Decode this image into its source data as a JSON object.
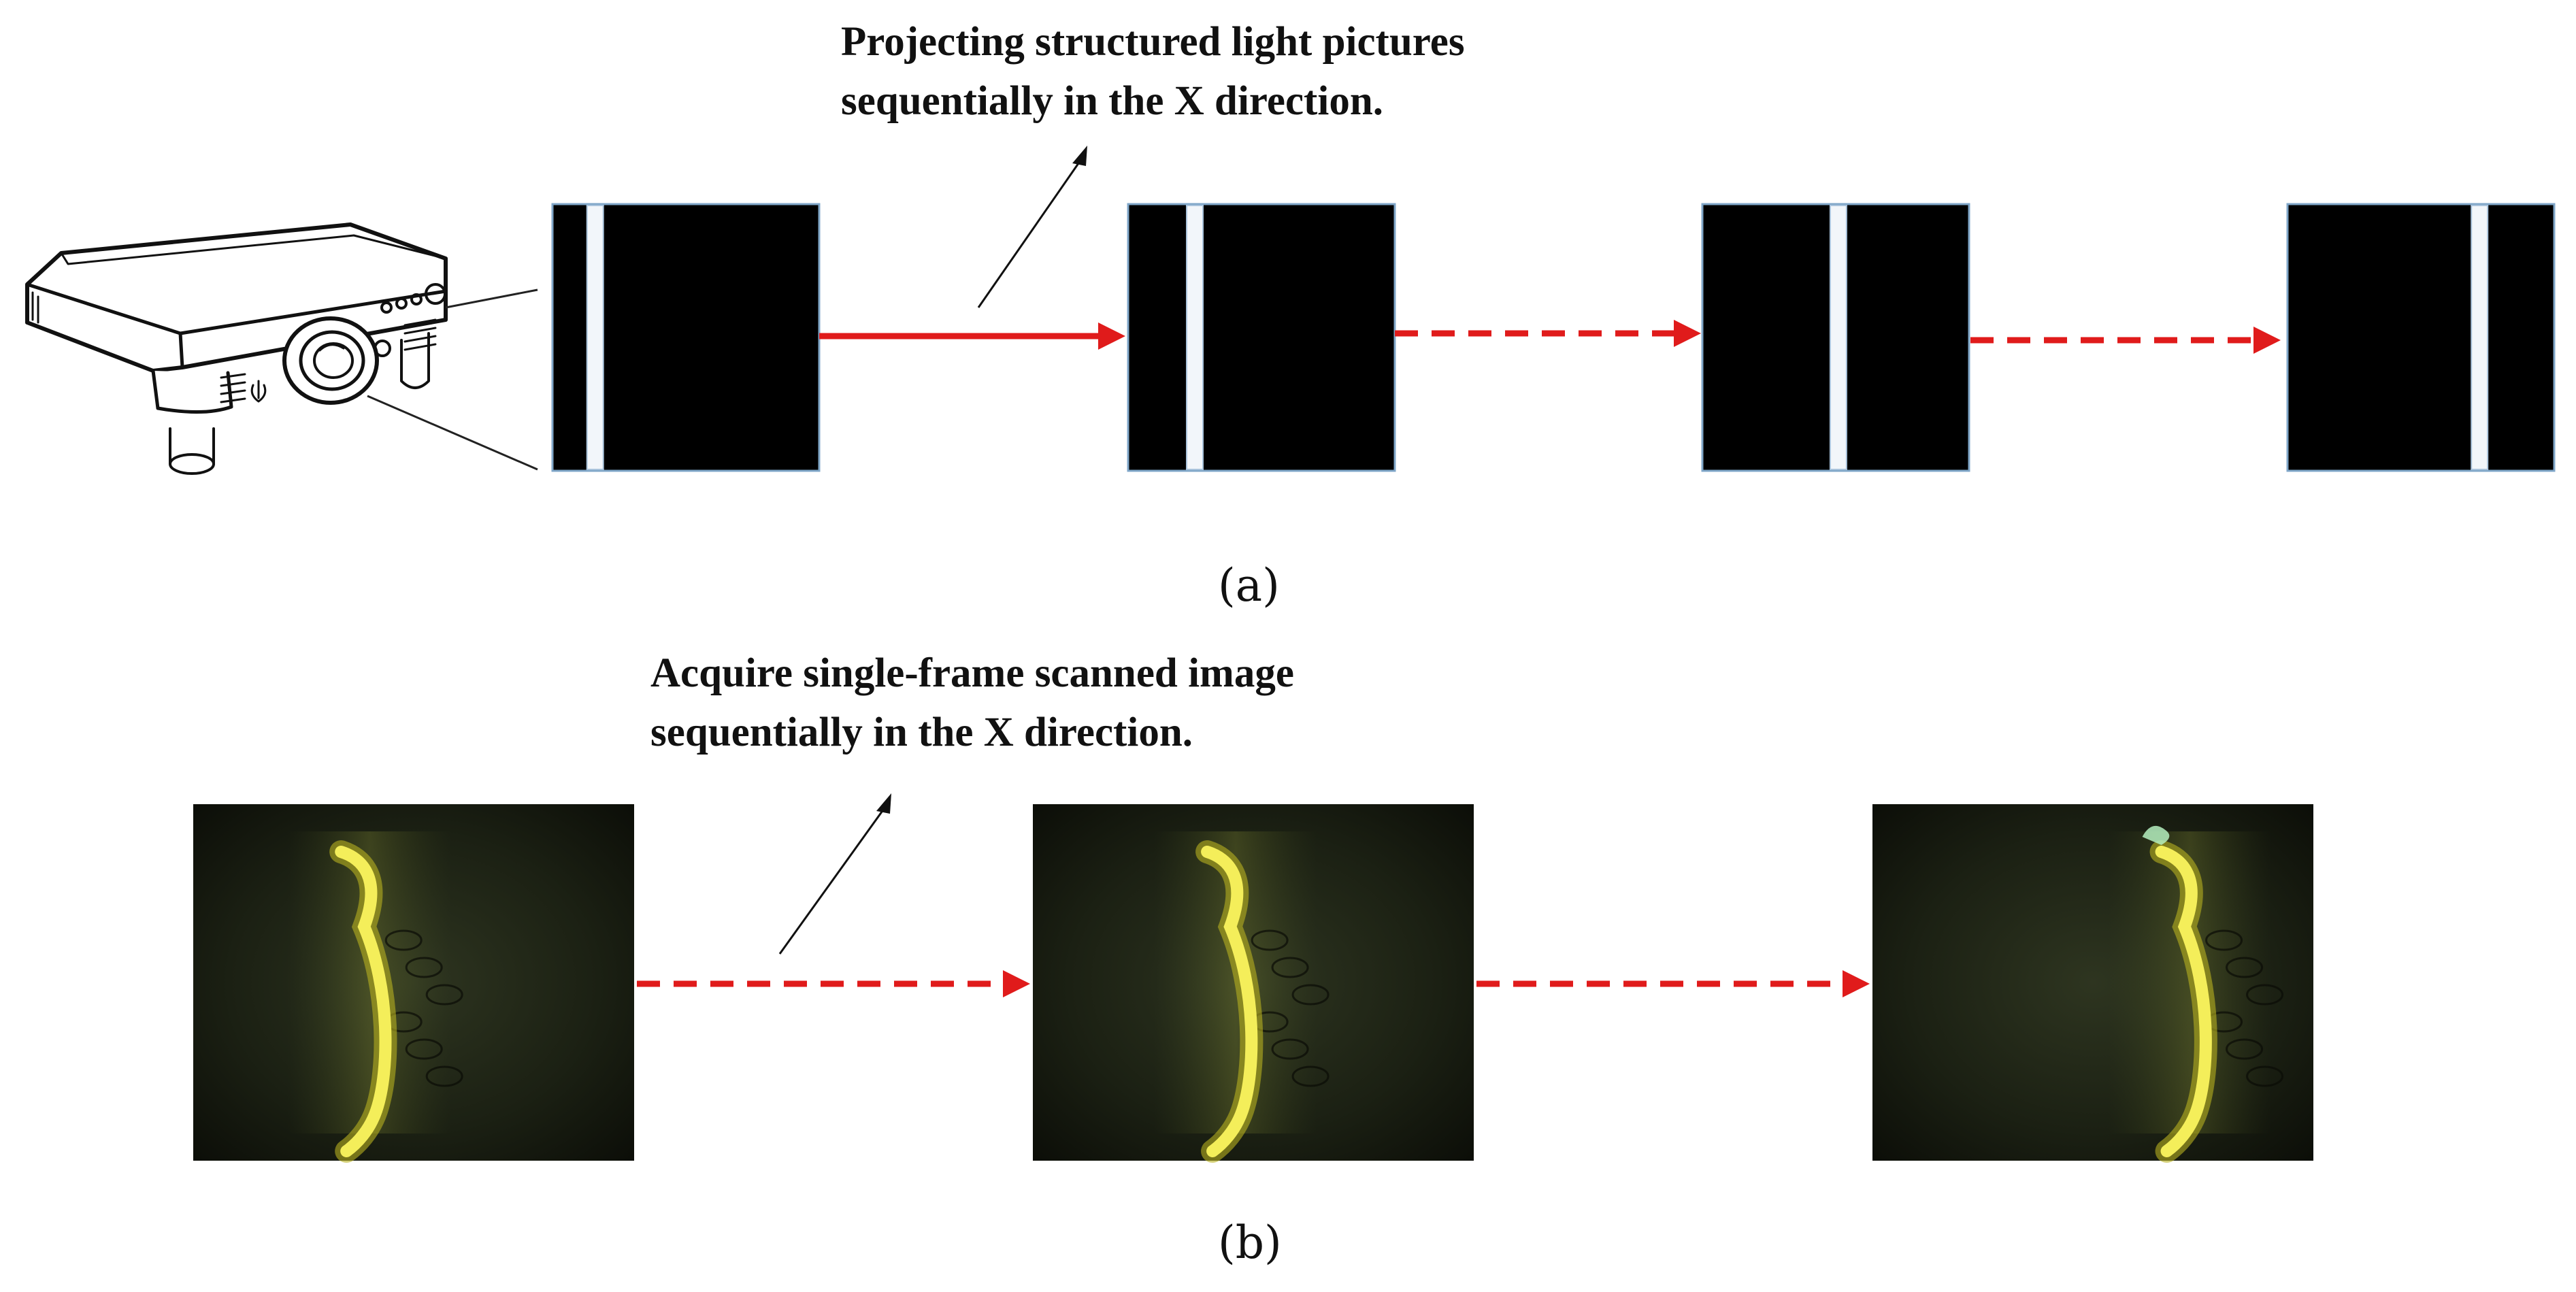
{
  "panel_a": {
    "label": "(a)",
    "caption_lines": [
      "Projecting structured light pictures",
      "sequentially  in the X direction."
    ],
    "icon": "projector-icon",
    "pattern_count": 4,
    "stripe_positions": [
      0.16,
      0.25,
      0.51,
      0.72
    ]
  },
  "panel_b": {
    "label": "(b)",
    "caption_lines": [
      "Acquire single-frame  scanned image",
      "sequentially  in the X direction."
    ],
    "frame_count": 3
  },
  "colors": {
    "arrow": "#e01b1b",
    "pattern_background": "#000000",
    "stripe": "#f2f6fa",
    "laser_line": "#f4ee5a",
    "frame_background": "#161a10"
  }
}
